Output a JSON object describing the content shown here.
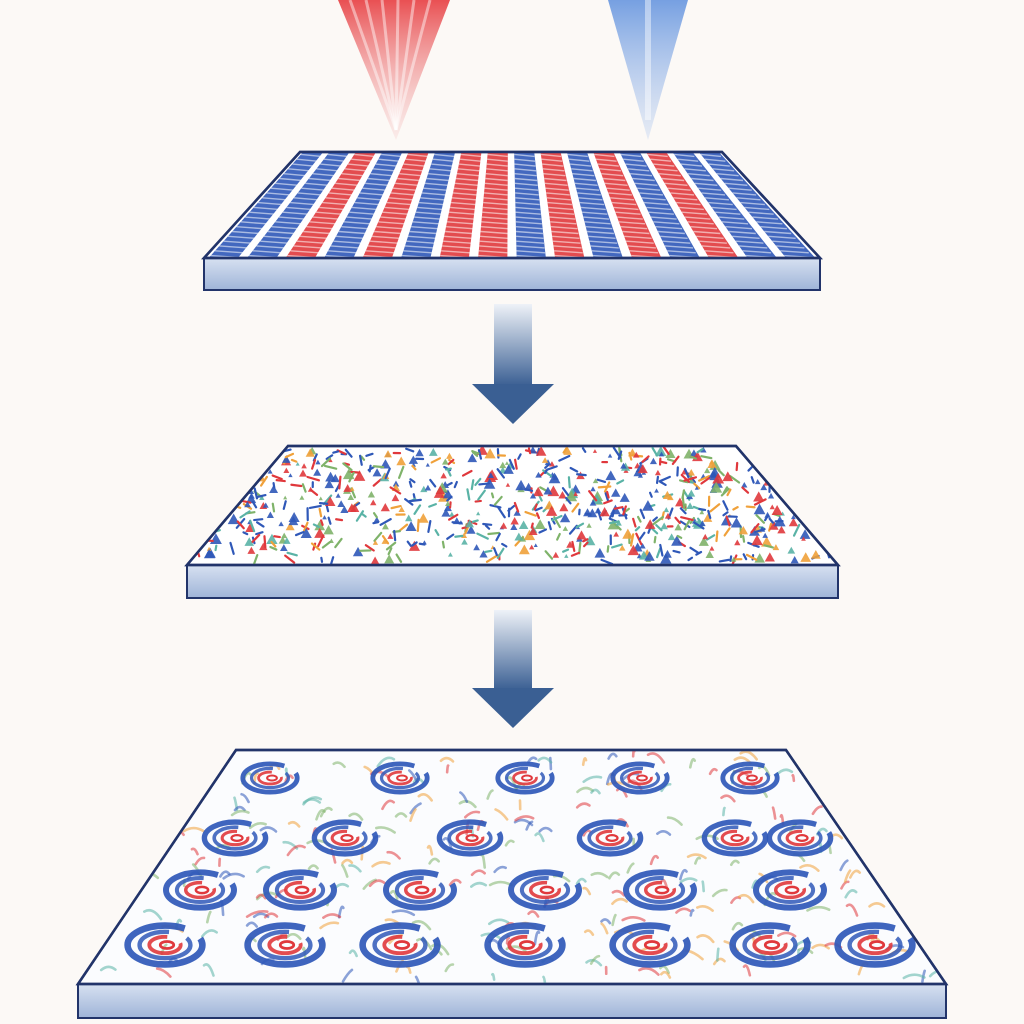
{
  "colors": {
    "background": "#fcf9f6",
    "outline": "#22346a",
    "edge_light": "#ccd8ec",
    "edge_dark": "#9db2d6",
    "surface": "#ffffff",
    "red": "#e0383c",
    "blue": "#2f58b8",
    "orange": "#f0a13a",
    "teal": "#5ab3a6",
    "green": "#7fb36a",
    "arrow_top": "#eef2f8",
    "arrow_bottom": "#3a5f93",
    "beam_red": "#e8474a",
    "beam_blue": "#6f9be0"
  },
  "beams": [
    {
      "name": "red-beam",
      "color": "red"
    },
    {
      "name": "blue-beam",
      "color": "blue"
    }
  ],
  "layers": [
    {
      "name": "layer-striped",
      "pattern": "stripes"
    },
    {
      "name": "layer-scattered",
      "pattern": "scattered"
    },
    {
      "name": "layer-swirl",
      "pattern": "swirls"
    }
  ],
  "arrows": [
    {
      "name": "arrow-down-1",
      "direction": "down"
    },
    {
      "name": "arrow-down-2",
      "direction": "down"
    }
  ]
}
